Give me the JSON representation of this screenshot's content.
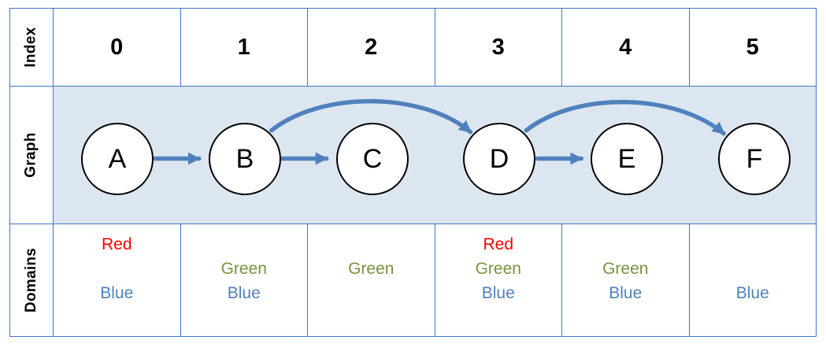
{
  "row_labels": {
    "index": "Index",
    "graph": "Graph",
    "domains": "Domains"
  },
  "columns": [
    {
      "index": "0",
      "node": "A",
      "domains": {
        "red": "Red",
        "green": "",
        "blue": "Blue"
      }
    },
    {
      "index": "1",
      "node": "B",
      "domains": {
        "red": "",
        "green": "Green",
        "blue": "Blue"
      }
    },
    {
      "index": "2",
      "node": "C",
      "domains": {
        "red": "",
        "green": "Green",
        "blue": ""
      }
    },
    {
      "index": "3",
      "node": "D",
      "domains": {
        "red": "Red",
        "green": "Green",
        "blue": "Blue"
      }
    },
    {
      "index": "4",
      "node": "E",
      "domains": {
        "red": "",
        "green": "Green",
        "blue": "Blue"
      }
    },
    {
      "index": "5",
      "node": "F",
      "domains": {
        "red": "",
        "green": "",
        "blue": "Blue"
      }
    }
  ],
  "graph": {
    "nodes": [
      "A",
      "B",
      "C",
      "D",
      "E",
      "F"
    ],
    "edges": [
      {
        "from": "A",
        "to": "B",
        "shape": "straight"
      },
      {
        "from": "B",
        "to": "C",
        "shape": "straight"
      },
      {
        "from": "B",
        "to": "D",
        "shape": "curved"
      },
      {
        "from": "D",
        "to": "E",
        "shape": "straight"
      },
      {
        "from": "D",
        "to": "F",
        "shape": "curved"
      }
    ]
  },
  "colors": {
    "red": "#FF0000",
    "green": "#77933C",
    "blue": "#4F81BD",
    "arrow": "#4F81BD",
    "graph_background": "#DCE6F1",
    "table_border": "#4472C4"
  }
}
